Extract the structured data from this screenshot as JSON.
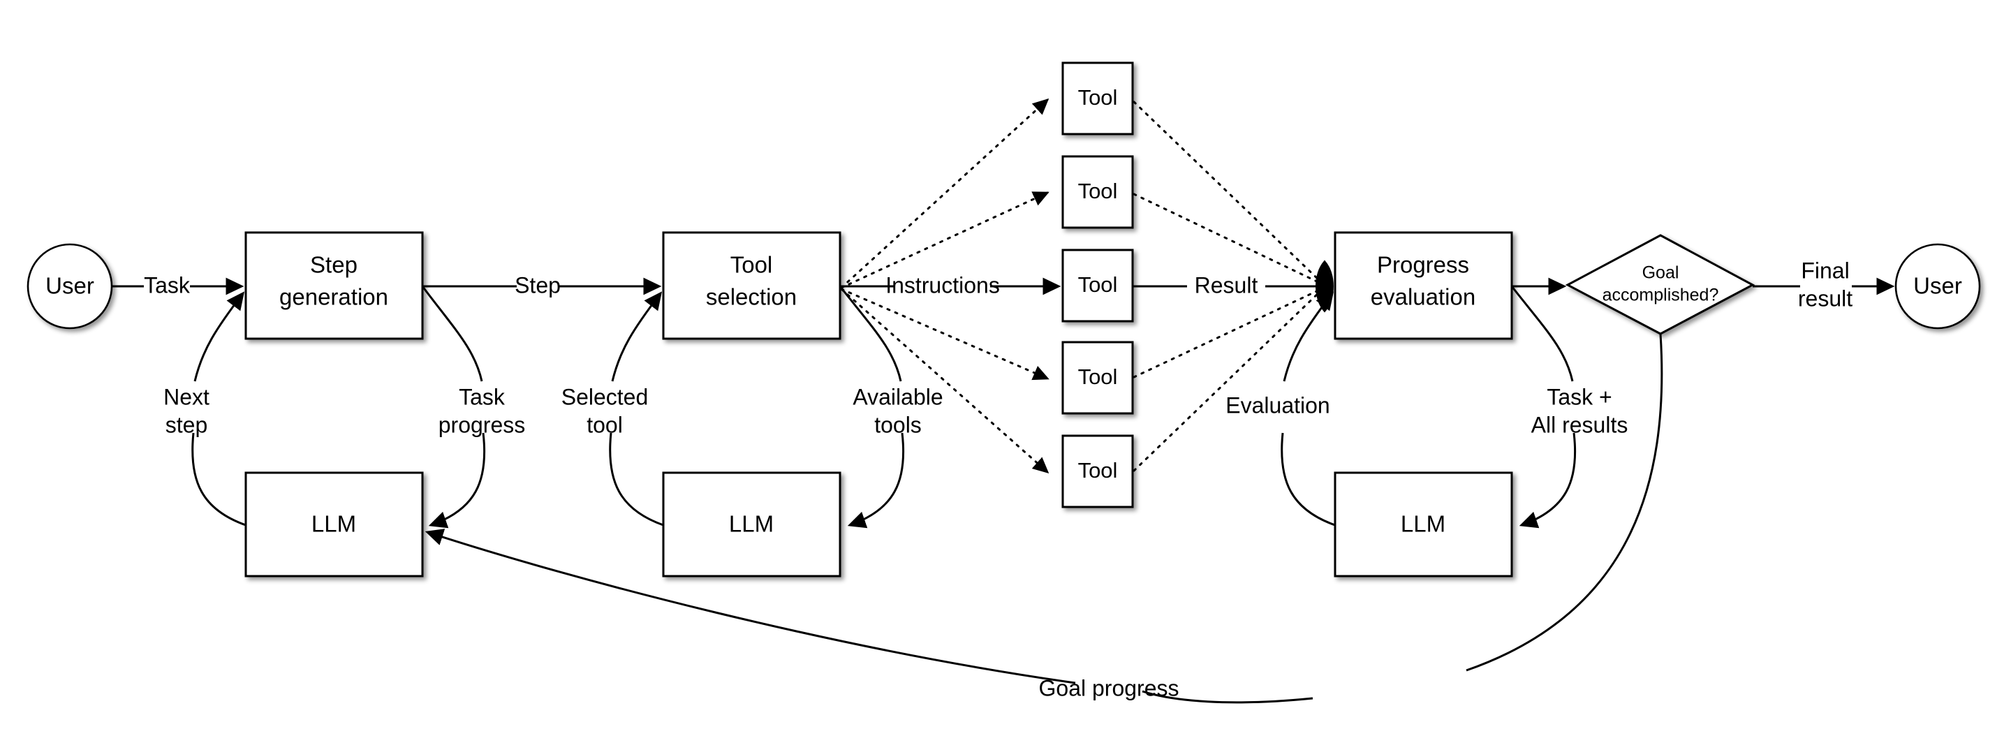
{
  "diagram": {
    "title": "LLM agent task-execution loop",
    "background_color": "#ffffff",
    "stroke_color": "#000000",
    "nodes": {
      "user_start": {
        "label": "User",
        "shape": "ellipse"
      },
      "user_end": {
        "label": "User",
        "shape": "ellipse"
      },
      "step_generation": {
        "label_line1": "Step",
        "label_line2": "generation",
        "shape": "rect"
      },
      "tool_selection": {
        "label_line1": "Tool",
        "label_line2": "selection",
        "shape": "rect"
      },
      "progress_evaluation": {
        "label_line1": "Progress",
        "label_line2": "evaluation",
        "shape": "rect"
      },
      "llm_step": {
        "label": "LLM",
        "shape": "rect"
      },
      "llm_tool": {
        "label": "LLM",
        "shape": "rect"
      },
      "llm_progress": {
        "label": "LLM",
        "shape": "rect"
      },
      "decision": {
        "label_line1": "Goal",
        "label_line2": "accomplished?",
        "shape": "diamond"
      },
      "tools": [
        {
          "label": "Tool"
        },
        {
          "label": "Tool"
        },
        {
          "label": "Tool"
        },
        {
          "label": "Tool"
        },
        {
          "label": "Tool"
        }
      ]
    },
    "edge_labels": {
      "task": "Task",
      "step": "Step",
      "instructions": "Instructions",
      "result": "Result",
      "final_result_line1": "Final",
      "final_result_line2": "result",
      "next_step_line1": "Next",
      "next_step_line2": "step",
      "task_progress_line1": "Task",
      "task_progress_line2": "progress",
      "selected_tool_line1": "Selected",
      "selected_tool_line2": "tool",
      "available_tools_line1": "Available",
      "available_tools_line2": "tools",
      "evaluation": "Evaluation",
      "task_all_results_line1": "Task +",
      "task_all_results_line2": "All results",
      "goal_progress": "Goal progress"
    }
  }
}
